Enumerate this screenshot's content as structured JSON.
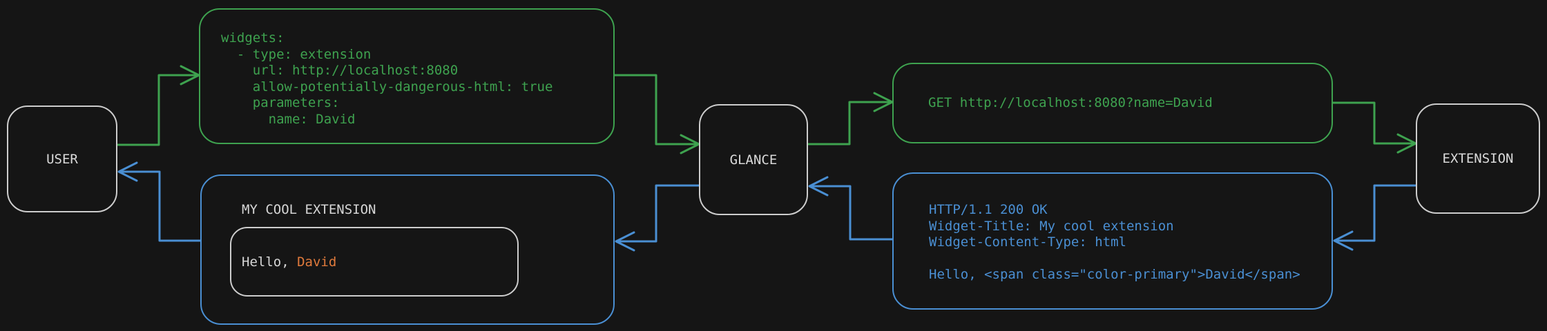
{
  "diagram": {
    "nodes": {
      "user": {
        "label": "USER"
      },
      "glance": {
        "label": "GLANCE"
      },
      "extension": {
        "label": "EXTENSION"
      }
    },
    "config_box": {
      "code": "widgets:\n  - type: extension\n    url: http://localhost:8080\n    allow-potentially-dangerous-html: true\n    parameters:\n      name: David"
    },
    "request_box": {
      "text": "GET http://localhost:8080?name=David"
    },
    "response_box": {
      "code": "HTTP/1.1 200 OK\nWidget-Title: My cool extension\nWidget-Content-Type: html\n\nHello, <span class=\"color-primary\">David</span>"
    },
    "widget_box": {
      "title": "MY COOL EXTENSION",
      "greeting_prefix": "Hello, ",
      "greeting_name": "David"
    },
    "colors": {
      "request_green": "#3ea24f",
      "response_blue": "#4a8fd3",
      "highlight_orange": "#e07a3c",
      "neutral_gray": "#cdcdcd",
      "background": "#151515"
    }
  }
}
